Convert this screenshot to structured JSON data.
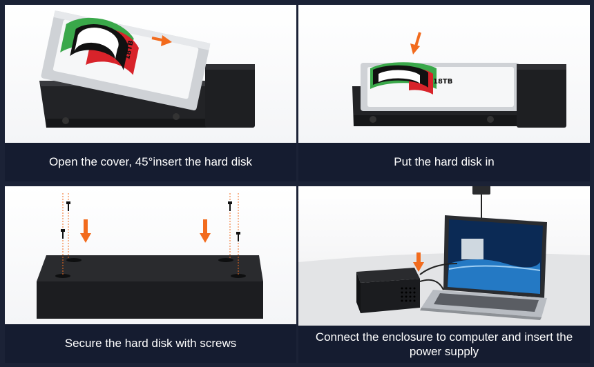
{
  "steps": [
    {
      "caption": "Open the cover, 45°insert the hard disk"
    },
    {
      "caption": "Put the hard disk in"
    },
    {
      "caption": "Secure the hard disk with screws"
    },
    {
      "caption": "Connect the enclosure to computer and insert the power supply"
    }
  ],
  "drive_label": "18TB",
  "colors": {
    "arrow": "#f26b1d",
    "caption_bg": "#151c30",
    "frame": "#1b2236",
    "enclosure": "#1e1f22",
    "label_green": "#3aa84a",
    "label_red": "#d8232a"
  },
  "icons": [
    "orange-arrow-icon",
    "screw-icon"
  ]
}
